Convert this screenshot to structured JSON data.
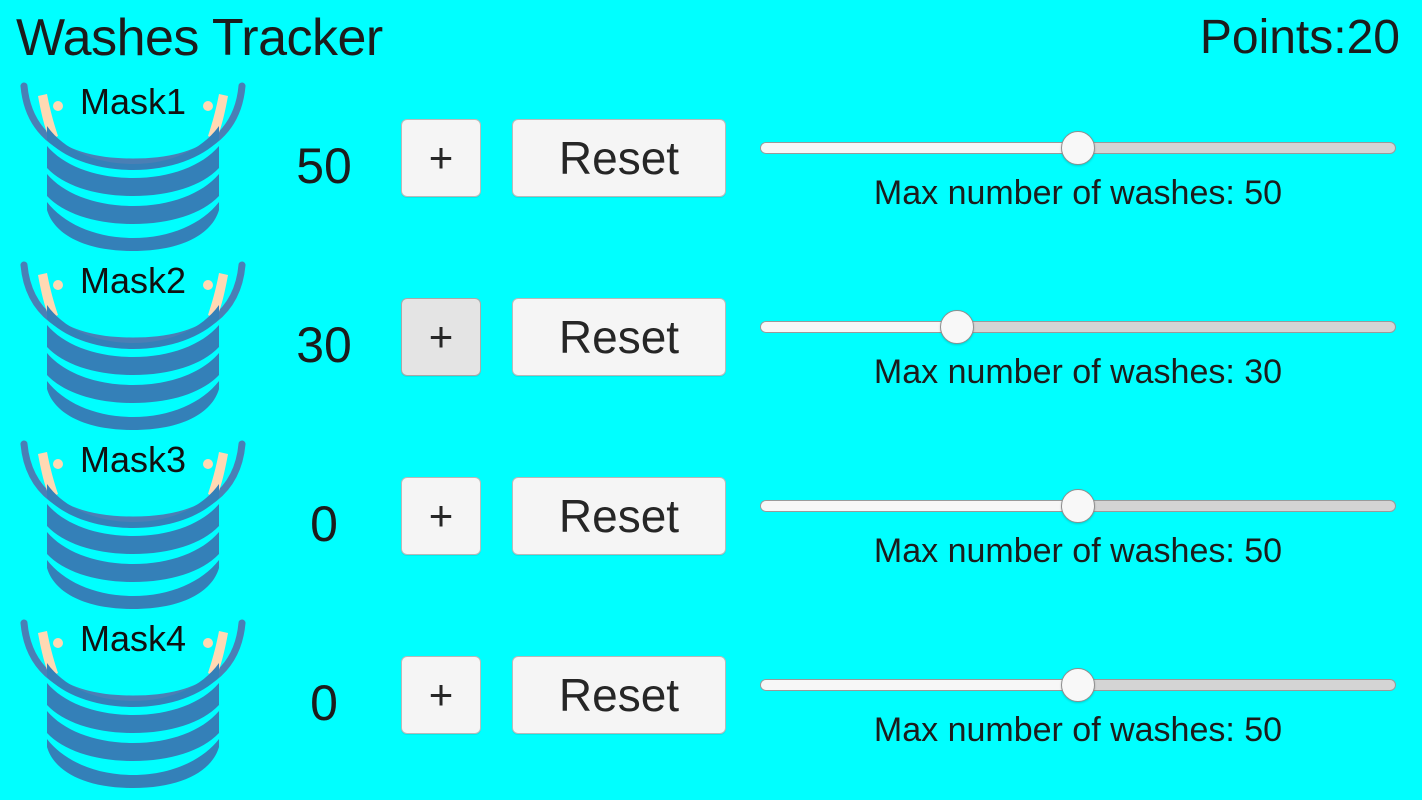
{
  "header": {
    "title": "Washes Tracker",
    "points_label": "Points:20"
  },
  "colors": {
    "background": "#00ffff",
    "text": "#1c1c1c",
    "button_face": "#f5f5f5",
    "button_face_pressed": "#e4e4e4",
    "button_border": "#b9b9b9",
    "track_empty": "#d4d4d4",
    "track_fill": "#f7f7f7",
    "thumb": "#f8f8f8",
    "mask_body": "#3480b8",
    "mask_outline": "#4a7fb5",
    "mask_strap": "#ffd9b3"
  },
  "buttons": {
    "increment_label": "+",
    "reset_label": "Reset"
  },
  "slider": {
    "label_prefix": "Max number of washes:",
    "min": 0,
    "max": 100
  },
  "rows": [
    {
      "name": "Mask1",
      "count": "50",
      "increment_label": "+",
      "reset_label": "Reset",
      "increment_pressed": false,
      "max_washes": 50,
      "slider_percent": 50,
      "slider_label": "Max number of washes: 50"
    },
    {
      "name": "Mask2",
      "count": "30",
      "increment_label": "+",
      "reset_label": "Reset",
      "increment_pressed": true,
      "max_washes": 30,
      "slider_percent": 31,
      "slider_label": "Max number of washes: 30"
    },
    {
      "name": "Mask3",
      "count": "0",
      "increment_label": "+",
      "reset_label": "Reset",
      "increment_pressed": false,
      "max_washes": 50,
      "slider_percent": 50,
      "slider_label": "Max number of washes: 50"
    },
    {
      "name": "Mask4",
      "count": "0",
      "increment_label": "+",
      "reset_label": "Reset",
      "increment_pressed": false,
      "max_washes": 50,
      "slider_percent": 50,
      "slider_label": "Max number of washes: 50"
    }
  ]
}
